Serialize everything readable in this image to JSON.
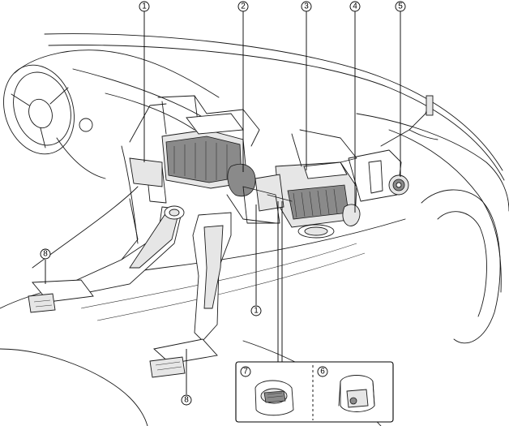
{
  "callouts": [
    {
      "id": "c1a",
      "label": "1"
    },
    {
      "id": "c2",
      "label": "2"
    },
    {
      "id": "c3",
      "label": "3"
    },
    {
      "id": "c4",
      "label": "4"
    },
    {
      "id": "c5",
      "label": "5"
    },
    {
      "id": "c8a",
      "label": "8"
    },
    {
      "id": "c1b",
      "label": "1"
    },
    {
      "id": "c8b",
      "label": "8"
    },
    {
      "id": "c7",
      "label": "7"
    },
    {
      "id": "c6",
      "label": "6"
    }
  ]
}
